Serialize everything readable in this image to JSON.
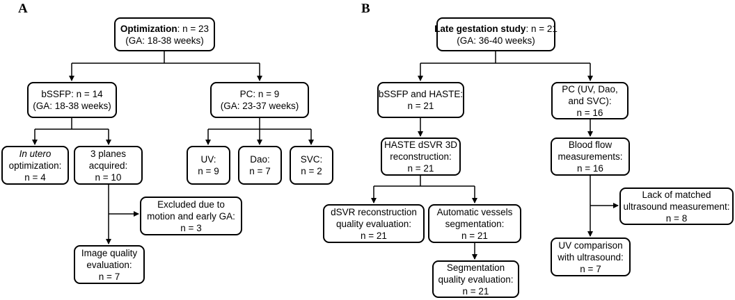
{
  "panels": {
    "a": "A",
    "b": "B"
  },
  "boxes": {
    "opt": {
      "bold": "Optimization",
      "rest": ": n = 23",
      "line2": "(GA: 18-38 weeks)"
    },
    "bssfp_a": {
      "line1": "bSSFP: n = 14",
      "line2": "(GA: 18-38 weeks)"
    },
    "pc_a": {
      "line1": "PC: n = 9",
      "line2": "(GA: 23-37 weeks)"
    },
    "inutero": {
      "italic": "In utero",
      "line2": "optimization:",
      "line3": "n = 4"
    },
    "planes": {
      "line1": "3 planes",
      "line2": "acquired:",
      "line3": "n = 10"
    },
    "uv": {
      "line1": "UV:",
      "line2": "n = 9"
    },
    "dao": {
      "line1": "Dao:",
      "line2": "n = 7"
    },
    "svc": {
      "line1": "SVC:",
      "line2": "n = 2"
    },
    "excl": {
      "line1": "Excluded due to",
      "line2": "motion and early GA:",
      "line3": "n = 3"
    },
    "iq": {
      "line1": "Image quality",
      "line2": "evaluation:",
      "line3": "n = 7"
    },
    "late": {
      "bold": "Late gestation study",
      "rest": ": n = 21",
      "line2": "(GA: 36-40 weeks)"
    },
    "bh": {
      "line1": "bSSFP and HASTE:",
      "line2": "n = 21"
    },
    "pc_b": {
      "line1": "PC (UV, Dao,",
      "line2": "and SVC):",
      "line3": "n = 16"
    },
    "haste": {
      "line1": "HASTE dSVR 3D",
      "line2": "reconstruction:",
      "line3": "n = 21"
    },
    "bf": {
      "line1": "Blood flow",
      "line2": "measurements:",
      "line3": "n = 16"
    },
    "dsvr": {
      "line1": "dSVR reconstruction",
      "line2": "quality evaluation:",
      "line3": "n = 21"
    },
    "auto": {
      "line1": "Automatic vessels",
      "line2": "segmentation:",
      "line3": "n = 21"
    },
    "lack": {
      "line1": "Lack of matched",
      "line2": "ultrasound measurement:",
      "line3": "n = 8"
    },
    "uvcomp": {
      "line1": "UV comparison",
      "line2": "with ultrasound:",
      "line3": "n = 7"
    },
    "seg": {
      "line1": "Segmentation",
      "line2": "quality evaluation:",
      "line3": "n = 21"
    }
  }
}
